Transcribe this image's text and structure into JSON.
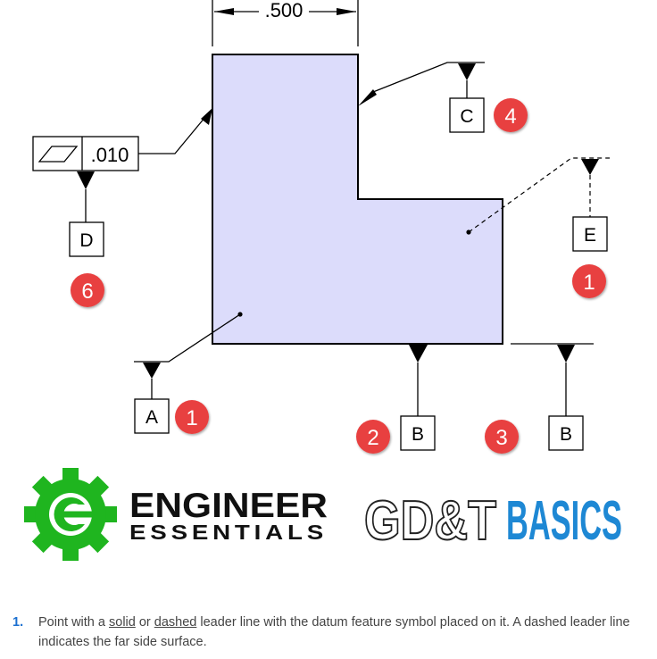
{
  "dimension": {
    "value": ".500"
  },
  "datums": {
    "A": "A",
    "B": "B",
    "C": "C",
    "D": "D",
    "E": "E"
  },
  "fcf": {
    "tolerance": ".010",
    "symbol": "flatness-icon"
  },
  "callouts": {
    "a": "1",
    "b": "1",
    "c": "2",
    "d": "3",
    "e": "4",
    "f": "6"
  },
  "logos": {
    "engineer": {
      "line1": "ENGINEER",
      "line2": "ESSENTIALS"
    },
    "gdt_part1": "GD&T",
    "gdt_part2": "BASICS"
  },
  "note": {
    "number": "1.",
    "t1": "Point with a ",
    "solid": "solid",
    "t2": " or ",
    "dashed": "dashed",
    "t3": " leader line with the datum feature symbol placed on it. A dashed leader line indicates the far side surface."
  },
  "colors": {
    "part_fill": "#dcdcfb",
    "callout_red": "#e8403f",
    "logo_green": "#1fb51f",
    "logo_blue": "#1e88d4",
    "link_blue": "#1a6fd0"
  }
}
